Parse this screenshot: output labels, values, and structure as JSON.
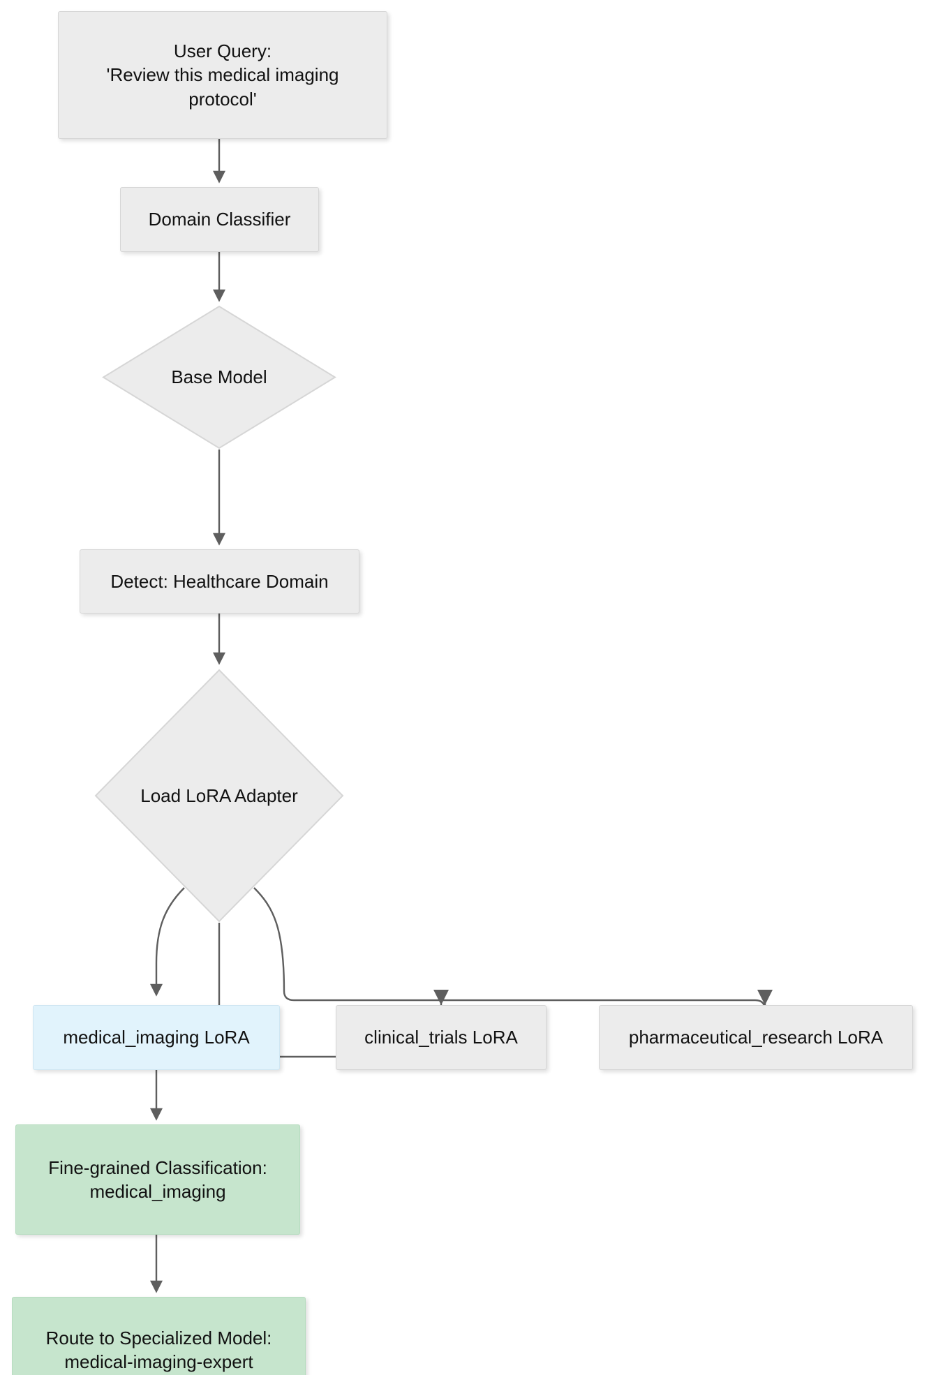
{
  "diagram": {
    "type": "flowchart",
    "orientation": "top-down",
    "background_color": "#ffffff",
    "edge_color": "#4d4d4d",
    "nodes": [
      {
        "id": "user_query",
        "shape": "rectangle",
        "label": "User Query:\n'Review this medical imaging\nprotocol'",
        "fill": "#ececec",
        "stroke": "#d6d6d6"
      },
      {
        "id": "domain_classifier",
        "shape": "rectangle",
        "label": "Domain Classifier",
        "fill": "#ececec",
        "stroke": "#d6d6d6"
      },
      {
        "id": "base_model",
        "shape": "diamond",
        "label": "Base Model",
        "fill": "#ececec",
        "stroke": "#d6d6d6"
      },
      {
        "id": "detect_healthcare",
        "shape": "rectangle",
        "label": "Detect: Healthcare Domain",
        "fill": "#ececec",
        "stroke": "#d6d6d6"
      },
      {
        "id": "load_lora_adapter",
        "shape": "diamond",
        "label": "Load LoRA Adapter",
        "fill": "#ececec",
        "stroke": "#d6d6d6"
      },
      {
        "id": "medical_imaging_lora",
        "shape": "rectangle",
        "label": "medical_imaging LoRA",
        "fill": "#e1f3fc",
        "stroke": "#cfe6f2"
      },
      {
        "id": "clinical_trials_lora",
        "shape": "rectangle",
        "label": "clinical_trials LoRA",
        "fill": "#ececec",
        "stroke": "#d6d6d6"
      },
      {
        "id": "pharmaceutical_research_lora",
        "shape": "rectangle",
        "label": "pharmaceutical_research LoRA",
        "fill": "#ececec",
        "stroke": "#d6d6d6"
      },
      {
        "id": "fine_grained_classification",
        "shape": "rectangle",
        "label": "Fine-grained Classification:\nmedical_imaging",
        "fill": "#c6e5cd",
        "stroke": "#b6dcbf"
      },
      {
        "id": "route_to_specialized_model",
        "shape": "rectangle",
        "label": "Route to Specialized Model:\nmedical-imaging-expert",
        "fill": "#c6e5cd",
        "stroke": "#b6dcbf"
      }
    ],
    "edges": [
      {
        "from": "user_query",
        "to": "domain_classifier"
      },
      {
        "from": "domain_classifier",
        "to": "base_model"
      },
      {
        "from": "base_model",
        "to": "detect_healthcare"
      },
      {
        "from": "detect_healthcare",
        "to": "load_lora_adapter"
      },
      {
        "from": "load_lora_adapter",
        "to": "medical_imaging_lora"
      },
      {
        "from": "load_lora_adapter",
        "to": "clinical_trials_lora"
      },
      {
        "from": "load_lora_adapter",
        "to": "pharmaceutical_research_lora"
      },
      {
        "from": "medical_imaging_lora",
        "to": "fine_grained_classification"
      },
      {
        "from": "fine_grained_classification",
        "to": "route_to_specialized_model"
      }
    ]
  }
}
